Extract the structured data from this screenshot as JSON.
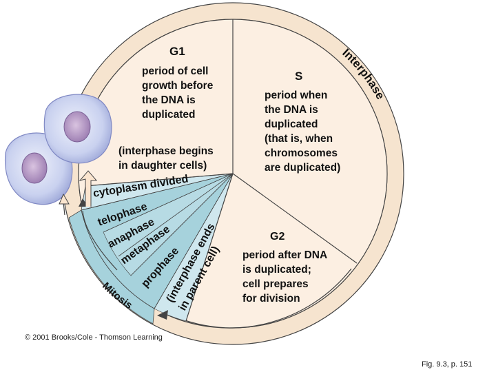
{
  "interphase_label": "Interphase",
  "mitosis_label": "Mitosis",
  "g1": {
    "title": "G1",
    "lines": [
      "period of cell",
      "growth before",
      "the DNA is",
      "duplicated"
    ],
    "note_lines": [
      "(interphase begins",
      "in daughter cells)"
    ]
  },
  "s": {
    "title": "S",
    "lines": [
      "period when",
      "the DNA is",
      "duplicated",
      "(that is, when",
      "chromosomes",
      "are duplicated)"
    ]
  },
  "g2": {
    "title": "G2",
    "lines": [
      "period after DNA",
      "is duplicated;",
      "cell prepares",
      "for division"
    ]
  },
  "mitosis_phases": {
    "cytoplasm": "cytoplasm divided",
    "telophase": "telophase",
    "anaphase": "anaphase",
    "metaphase": "metaphase",
    "prophase": "prophase",
    "interphase_ends_1": "(interphase ends",
    "interphase_ends_2": "in parent cell)"
  },
  "credit": "© 2001 Brooks/Cole - Thomson Learning",
  "figure_ref": "Fig. 9.3, p. 151",
  "colors": {
    "disc": "#fcefe2",
    "ring": "#f5e2cc",
    "mitosis_teal": "#a6d2dc",
    "mitosis_light": "#cfe7ee",
    "outline": "#333333"
  }
}
